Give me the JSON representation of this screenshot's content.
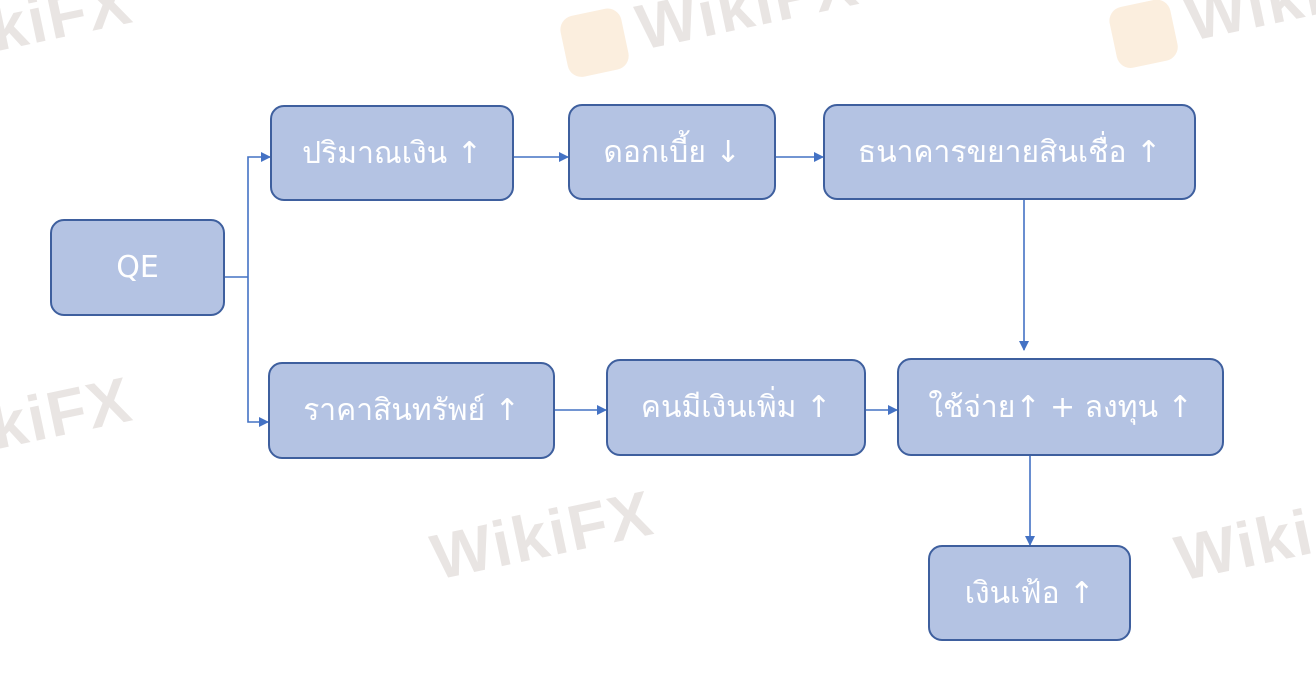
{
  "watermark": "WikiFX",
  "nodes": {
    "qe": "QE",
    "money_supply": "ปริมาณเงิน ↑",
    "interest": "ดอกเบี้ย ↓",
    "bank_credit": "ธนาคารขยายสินเชื่อ ↑",
    "asset_price": "ราคาสินทรัพย์ ↑",
    "more_money": "คนมีเงินเพิ่ม ↑",
    "spend_invest": "ใช้จ่าย↑ + ลงทุน ↑",
    "inflation": "เงินเฟ้อ ↑"
  },
  "colors": {
    "fill": "#b4c3e3",
    "border": "#3e5f9e",
    "connector": "#4472c4"
  }
}
